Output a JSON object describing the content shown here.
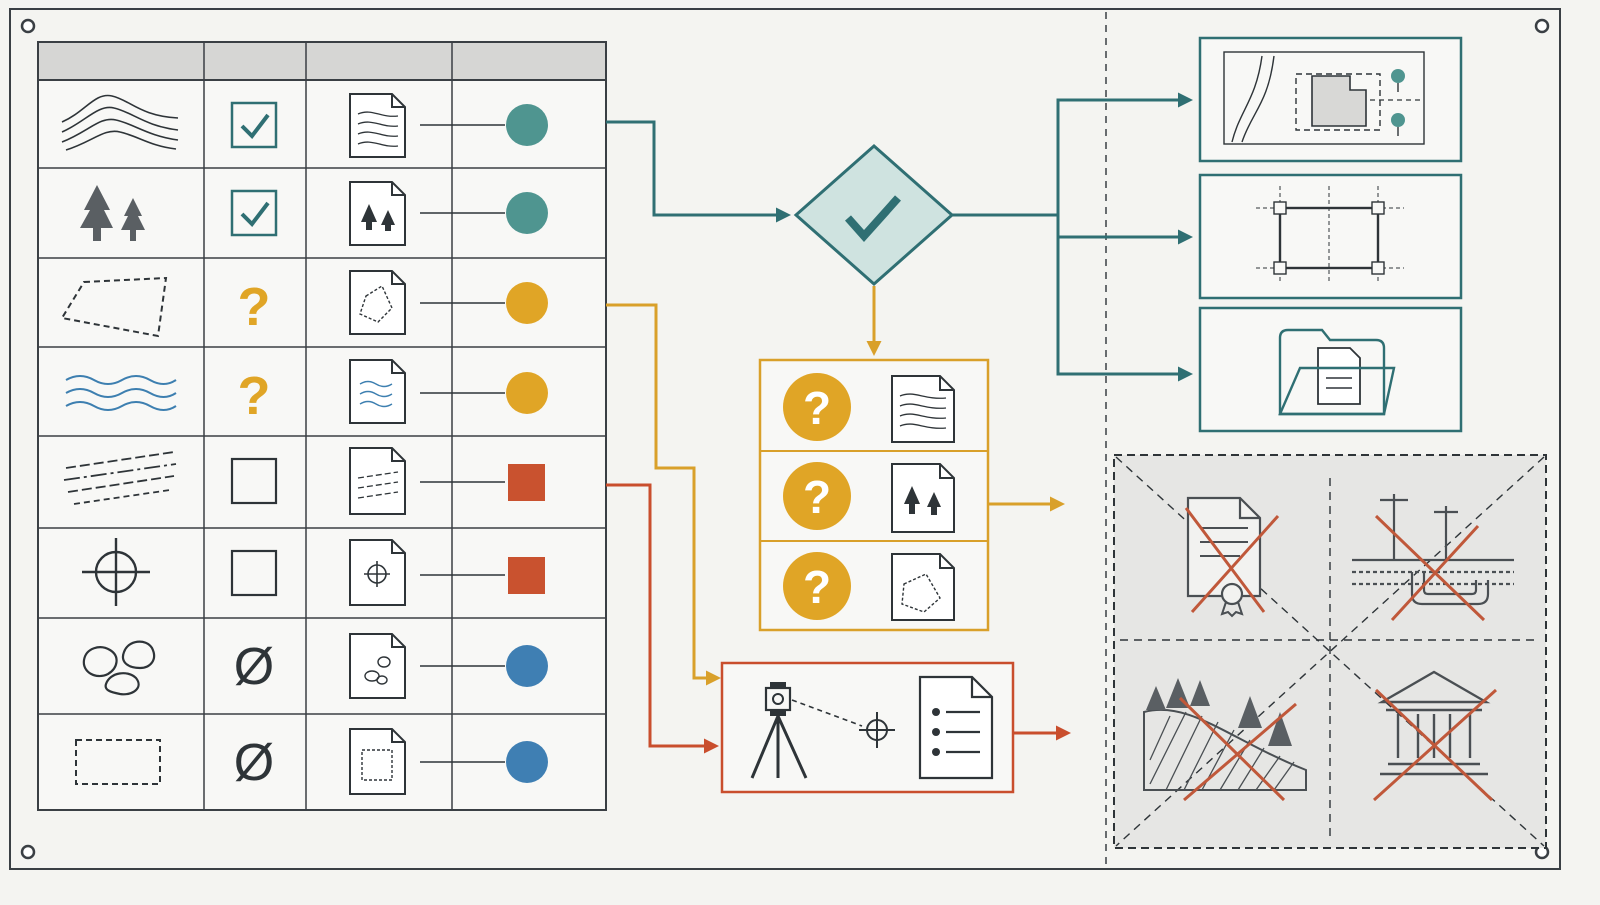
{
  "colors": {
    "background": "#f4f4f1",
    "frame": "#3a3f44",
    "ink": "#2e3438",
    "teal": "#2f6f73",
    "teal_fill": "#4f9590",
    "diamond_fill": "#cfe3e0",
    "amber": "#d9a02a",
    "amber_fill": "#e0a526",
    "red": "#c94e2d",
    "red_fill": "#c9522f",
    "blue_fill": "#3f7fb3",
    "water": "#3d7fb0",
    "table_header": "#d6d6d4",
    "excluded_fill": "#e6e6e4",
    "cross": "#c0583a"
  },
  "table": {
    "rows": [
      {
        "layer_icon": "contour-lines-icon",
        "check_state": "checked",
        "doc_icon": "contour-document-icon",
        "status_shape": "circle",
        "status_color": "teal"
      },
      {
        "layer_icon": "trees-icon",
        "check_state": "checked",
        "doc_icon": "trees-document-icon",
        "status_shape": "circle",
        "status_color": "teal"
      },
      {
        "layer_icon": "dashed-parcel-icon",
        "check_state": "question",
        "doc_icon": "parcel-document-icon",
        "status_shape": "circle",
        "status_color": "amber"
      },
      {
        "layer_icon": "water-waves-icon",
        "check_state": "question",
        "doc_icon": "water-document-icon",
        "status_shape": "circle",
        "status_color": "amber"
      },
      {
        "layer_icon": "dashed-lines-icon",
        "check_state": "empty",
        "doc_icon": "lines-document-icon",
        "status_shape": "square",
        "status_color": "red"
      },
      {
        "layer_icon": "crosshair-target-icon",
        "check_state": "empty",
        "doc_icon": "target-document-icon",
        "status_shape": "square",
        "status_color": "red"
      },
      {
        "layer_icon": "rocks-icon",
        "check_state": "not-applicable",
        "doc_icon": "rocks-document-icon",
        "status_shape": "circle",
        "status_color": "blue"
      },
      {
        "layer_icon": "dashed-rectangle-icon",
        "check_state": "not-applicable",
        "doc_icon": "rectangle-document-icon",
        "status_shape": "circle",
        "status_color": "blue"
      }
    ]
  },
  "decision": {
    "icon": "checkmark-icon"
  },
  "outputs": [
    {
      "icon": "site-plan-icon"
    },
    {
      "icon": "survey-frame-icon"
    },
    {
      "icon": "folder-document-icon"
    }
  ],
  "pending": {
    "rows": [
      {
        "badge_text": "?",
        "doc_icon": "contour-document-icon"
      },
      {
        "badge_text": "?",
        "doc_icon": "trees-document-icon"
      },
      {
        "badge_text": "?",
        "doc_icon": "parcel-document-icon"
      }
    ]
  },
  "survey": {
    "icons": [
      "total-station-tripod-icon",
      "survey-target-icon",
      "checklist-document-icon"
    ]
  },
  "excluded": {
    "items": [
      {
        "icon": "certificate-document-icon",
        "crossed": true
      },
      {
        "icon": "utility-pipes-icon",
        "crossed": true
      },
      {
        "icon": "forest-slope-icon",
        "crossed": true
      },
      {
        "icon": "heritage-building-icon",
        "crossed": true
      }
    ]
  },
  "glyphs": {
    "question": "?",
    "not_applicable": "Ø"
  }
}
